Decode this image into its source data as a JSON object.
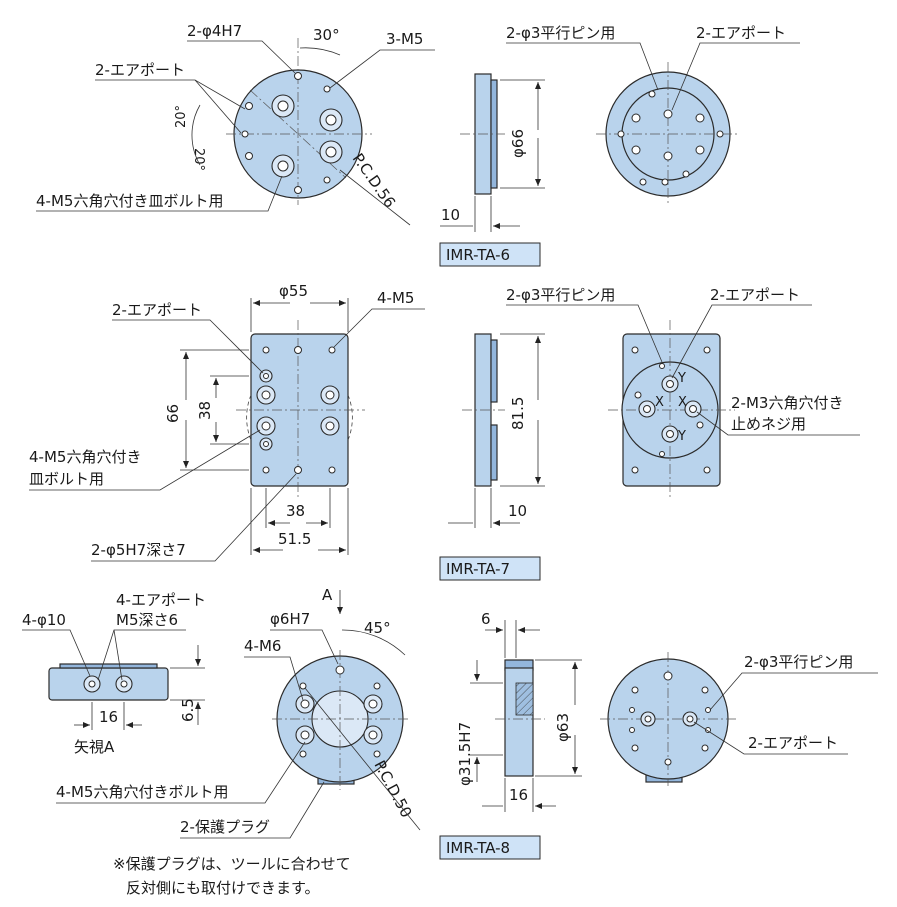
{
  "sections": [
    {
      "tag": "IMR-TA-6",
      "labels": {
        "pin_hole": "2-φ4H7",
        "angle_30": "30°",
        "m5": "3-M5",
        "air_port_left": "2-エアポート",
        "angle_20a": "20°",
        "angle_20b": "20°",
        "countersink": "4-M5六角穴付き皿ボルト用",
        "pcd": "P.C.D.56",
        "dim_10": "10",
        "dia66": "φ66",
        "pin_parallel": "2-φ3平行ピン用",
        "air_port_right": "2-エアポート"
      }
    },
    {
      "tag": "IMR-TA-7",
      "labels": {
        "dia55": "φ55",
        "m5": "4-M5",
        "air_port": "2-エアポート",
        "dim66": "66",
        "dim38v": "38",
        "countersink_1": "4-M5六角穴付き",
        "countersink_2": "皿ボルト用",
        "dim38h": "38",
        "dim515": "51.5",
        "pin_depth": "2-φ5H7深さ7",
        "dim815": "81.5",
        "dim10": "10",
        "pin_parallel": "2-φ3平行ピン用",
        "air_port_right": "2-エアポート",
        "set_screw_1": "2-M3六角穴付き",
        "set_screw_2": "止めネジ用",
        "mark_x1": "X",
        "mark_x2": "X",
        "mark_y1": "Y",
        "mark_y2": "Y"
      }
    },
    {
      "tag": "IMR-TA-8",
      "labels": {
        "dia10": "4-φ10",
        "air4_1": "4-エアポート",
        "air4_2": "M5深さ6",
        "dim16a": "16",
        "dim65": "6.5",
        "view_a": "矢視A",
        "mark_a": "A",
        "dia6": "φ6H7",
        "m6": "4-M6",
        "angle45": "45°",
        "bolt": "4-M5六角穴付きボルト用",
        "plug": "2-保護プラグ",
        "pcd": "P.C.D.50",
        "dim6": "6",
        "dia315": "φ31.5H7",
        "dia63": "φ63",
        "dim16b": "16",
        "pin_parallel": "2-φ3平行ピン用",
        "air_port_right": "2-エアポート"
      }
    }
  ],
  "note": {
    "line1": "※保護プラグは、ツールに合わせて",
    "line2": "反対側にも取付けできます。"
  }
}
